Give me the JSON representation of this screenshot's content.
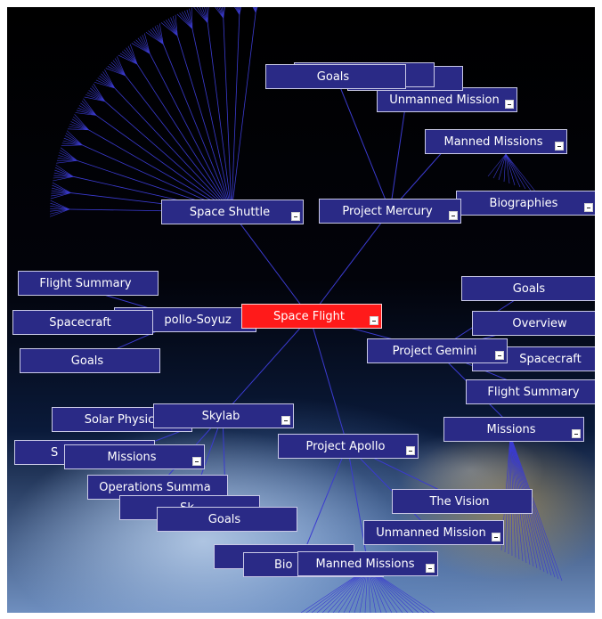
{
  "nodes": {
    "space_flight": "Space Flight",
    "space_shuttle": "Space Shuttle",
    "project_mercury": "Project Mercury",
    "biographies_top": "Biographies",
    "manned_missions_top": "Manned Missions",
    "unmanned_mission_top": "Unmanned Mission",
    "goals_top": "Goals",
    "flight_summary_left": "Flight Summary",
    "apollo_soyuz": "pollo-Soyuz",
    "spacecraft_left": "Spacecraft",
    "goals_left": "Goals",
    "goals_right": "Goals",
    "overview_right": "Overview",
    "project_gemini": "Project Gemini",
    "spacecraft_right": "Spacecraft",
    "flight_summary_right": "Flight Summary",
    "missions_right": "Missions",
    "solar_physics": "Solar Physic",
    "skylab": "Skylab",
    "s_partial": "S",
    "missions_left": "Missions",
    "operations_summary": "Operations Summa",
    "sk_partial": "Sk",
    "goals_bottom": "Goals",
    "project_apollo": "Project Apollo",
    "the_vision": "The Vision",
    "unmanned_mission_bottom": "Unmanned Mission",
    "bio_partial": "Bio",
    "manned_missions_bottom": "Manned Missions"
  },
  "colors": {
    "node_fill": "#2a2a86",
    "root_fill": "#ff1a1a",
    "edge": "#3b3bd0"
  }
}
